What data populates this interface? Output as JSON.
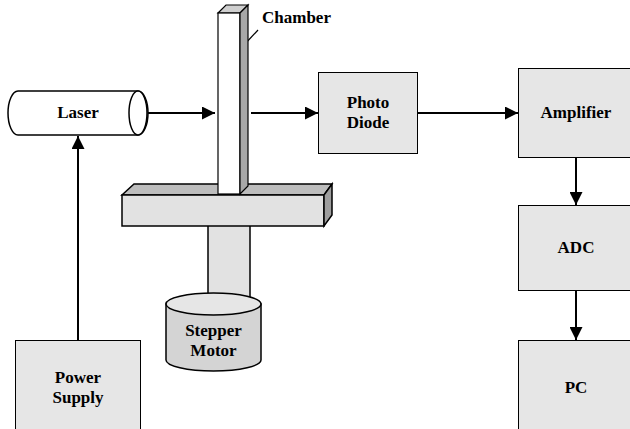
{
  "diagram": {
    "nodes": [
      {
        "text": [
          "Chamber"
        ]
      },
      {
        "text": [
          "Laser"
        ]
      },
      {
        "text": [
          "Photo Diode"
        ]
      },
      {
        "text": [
          "Amplifier"
        ]
      },
      {
        "text": [
          "ADC"
        ]
      },
      {
        "text": [
          "Stepper Motor"
        ]
      },
      {
        "text": [
          "Power Supply"
        ]
      },
      {
        "text": [
          "PC"
        ]
      }
    ],
    "edges": [
      {
        "from": 1,
        "to": 0,
        "arrow": "to"
      },
      {
        "from": 0,
        "to": 2,
        "arrow": "to"
      },
      {
        "from": 2,
        "to": 3,
        "arrow": "to"
      },
      {
        "from": 3,
        "to": 4,
        "arrow": "to"
      },
      {
        "from": 4,
        "to": 7,
        "arrow": "to"
      },
      {
        "from": 6,
        "to": 1,
        "arrow": "to"
      }
    ]
  }
}
